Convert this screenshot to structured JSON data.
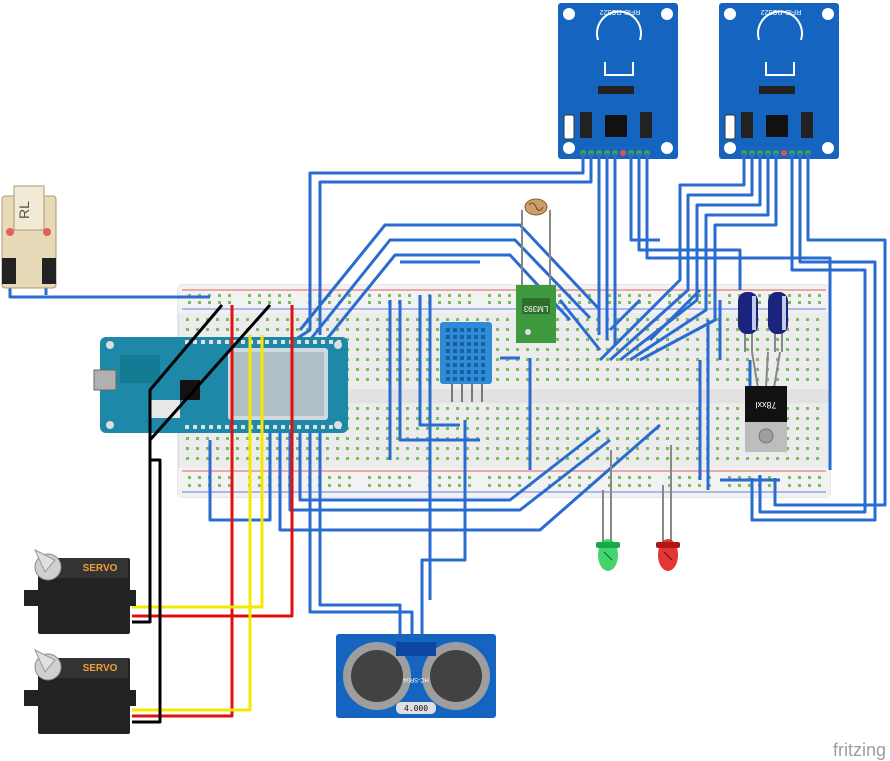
{
  "diagram": {
    "tool_mark": "fritzing",
    "components": {
      "rfid_left": {
        "label": "RFID-RC522"
      },
      "rfid_right": {
        "label": "RFID-RC522"
      },
      "light_sensor": {
        "label": "LM393"
      },
      "regulator": {
        "label": "78xxl"
      },
      "ultrasonic": {
        "label": "HC-SR04",
        "badge": "4.000"
      },
      "servo_top": {
        "label": "SERVO"
      },
      "servo_bottom": {
        "label": "SERVO"
      },
      "relay": {
        "label": "RL"
      },
      "led_green": {
        "color": "#22cc55"
      },
      "led_red": {
        "color": "#e02020"
      }
    },
    "colors": {
      "wire": "#2a6bd1",
      "power_wire": "#e01010",
      "signal_wire": "#f5e800",
      "ground_wire": "#000000",
      "board": "#1e88a8",
      "module": "#1565c0"
    }
  }
}
